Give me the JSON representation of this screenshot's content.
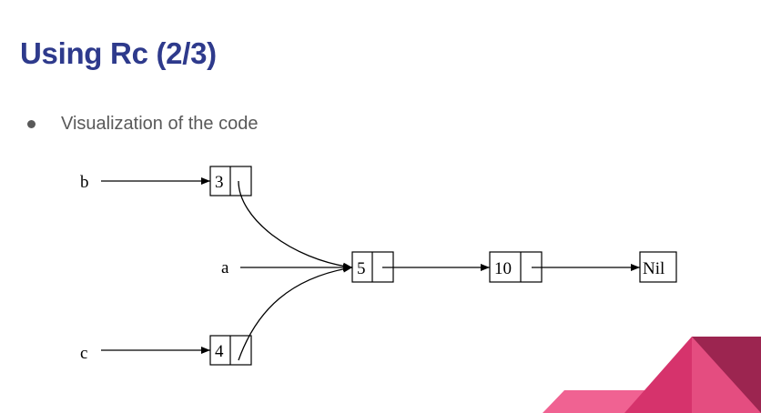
{
  "slide": {
    "title": "Using Rc (2/3)",
    "bullet": "Visualization of the code"
  },
  "diagram": {
    "variables": {
      "b": "b",
      "a": "a",
      "c": "c"
    },
    "nodes": {
      "n3": "3",
      "n4": "4",
      "n5": "5",
      "n10": "10",
      "nil": "Nil"
    }
  },
  "colors": {
    "title": "#2e3a8c",
    "body_text": "#595959",
    "corner_pink": "#f06292",
    "corner_magenta": "#d6336c",
    "corner_dark": "#9c2550"
  }
}
